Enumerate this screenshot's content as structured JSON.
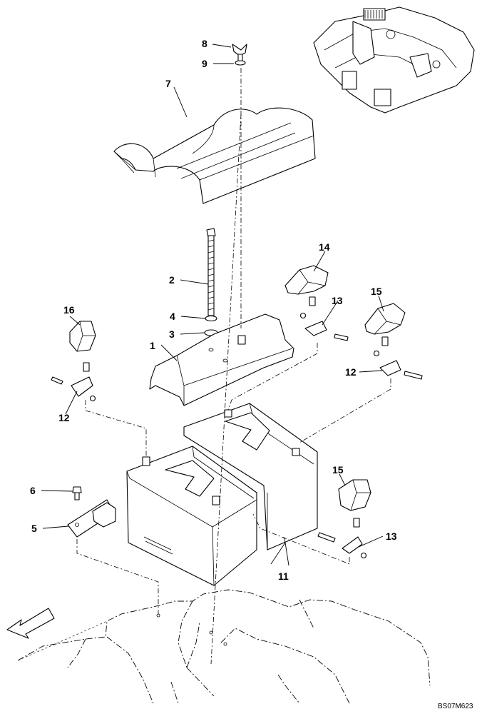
{
  "callouts": [
    {
      "id": "c1",
      "text": "1"
    },
    {
      "id": "c2",
      "text": "2"
    },
    {
      "id": "c3",
      "text": "3"
    },
    {
      "id": "c4",
      "text": "4"
    },
    {
      "id": "c5",
      "text": "5"
    },
    {
      "id": "c6",
      "text": "6"
    },
    {
      "id": "c7",
      "text": "7"
    },
    {
      "id": "c8",
      "text": "8"
    },
    {
      "id": "c9",
      "text": "9"
    },
    {
      "id": "c11",
      "text": "11"
    },
    {
      "id": "c12a",
      "text": "12"
    },
    {
      "id": "c12b",
      "text": "12"
    },
    {
      "id": "c13a",
      "text": "13"
    },
    {
      "id": "c13b",
      "text": "13"
    },
    {
      "id": "c14",
      "text": "14"
    },
    {
      "id": "c15a",
      "text": "15"
    },
    {
      "id": "c15b",
      "text": "15"
    },
    {
      "id": "c16",
      "text": "16"
    }
  ],
  "drawing_ref": "BS07M623"
}
